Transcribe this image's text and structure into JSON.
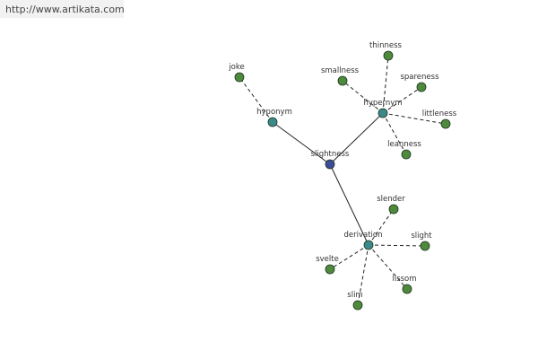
{
  "source_url": "http://www.artikata.com",
  "colors": {
    "center": "#3a4d9a",
    "relation": "#3a8a8a",
    "leaf": "#4e8a3c",
    "stroke": "#1f3320",
    "edge": "#222222"
  },
  "graph": {
    "nodes": [
      {
        "id": "center",
        "label": "slightness",
        "kind": "center"
      },
      {
        "id": "hyponym",
        "label": "hyponym",
        "kind": "relation"
      },
      {
        "id": "hypernym",
        "label": "hypernym",
        "kind": "relation"
      },
      {
        "id": "derivation",
        "label": "derivation",
        "kind": "relation"
      },
      {
        "id": "joke",
        "label": "joke",
        "kind": "leaf"
      },
      {
        "id": "thinness",
        "label": "thinness",
        "kind": "leaf"
      },
      {
        "id": "smallness",
        "label": "smallness",
        "kind": "leaf"
      },
      {
        "id": "spareness",
        "label": "spareness",
        "kind": "leaf"
      },
      {
        "id": "littleness",
        "label": "littleness",
        "kind": "leaf"
      },
      {
        "id": "leanness",
        "label": "leanness",
        "kind": "leaf"
      },
      {
        "id": "slender",
        "label": "slender",
        "kind": "leaf"
      },
      {
        "id": "slight",
        "label": "slight",
        "kind": "leaf"
      },
      {
        "id": "svelte",
        "label": "svelte",
        "kind": "leaf"
      },
      {
        "id": "lissom",
        "label": "lissom",
        "kind": "leaf"
      },
      {
        "id": "slim",
        "label": "slim",
        "kind": "leaf"
      }
    ],
    "edges": [
      {
        "from": "center",
        "to": "hyponym",
        "style": "solid"
      },
      {
        "from": "center",
        "to": "hypernym",
        "style": "solid"
      },
      {
        "from": "center",
        "to": "derivation",
        "style": "solid"
      },
      {
        "from": "hyponym",
        "to": "joke",
        "style": "dashed"
      },
      {
        "from": "hypernym",
        "to": "thinness",
        "style": "dashed"
      },
      {
        "from": "hypernym",
        "to": "smallness",
        "style": "dashed"
      },
      {
        "from": "hypernym",
        "to": "spareness",
        "style": "dashed"
      },
      {
        "from": "hypernym",
        "to": "littleness",
        "style": "dashed"
      },
      {
        "from": "hypernym",
        "to": "leanness",
        "style": "dashed"
      },
      {
        "from": "derivation",
        "to": "slender",
        "style": "dashed"
      },
      {
        "from": "derivation",
        "to": "slight",
        "style": "dashed"
      },
      {
        "from": "derivation",
        "to": "svelte",
        "style": "dashed"
      },
      {
        "from": "derivation",
        "to": "lissom",
        "style": "dashed"
      },
      {
        "from": "derivation",
        "to": "slim",
        "style": "dashed"
      }
    ]
  }
}
